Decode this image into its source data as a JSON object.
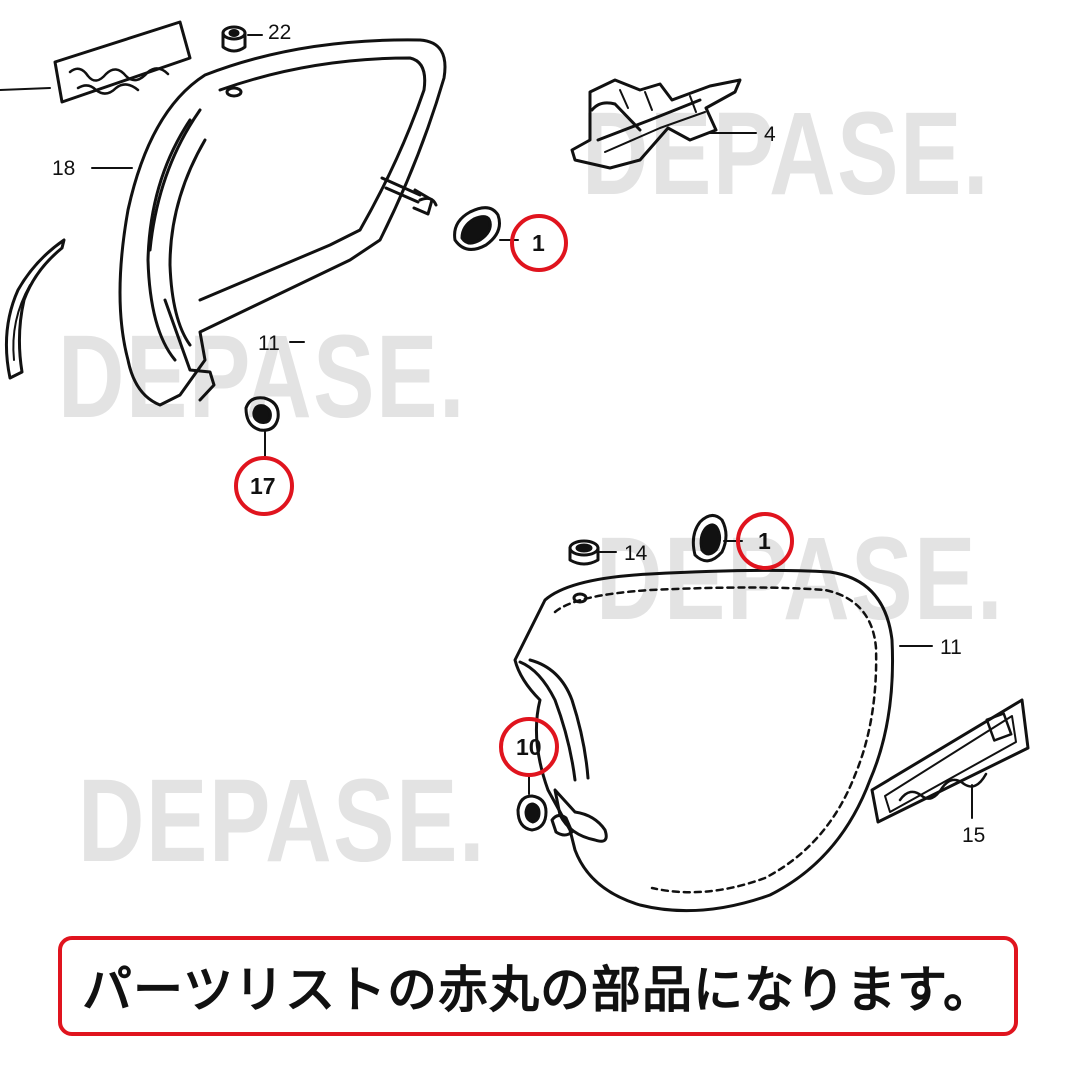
{
  "watermark": "DEPASE.",
  "callouts": [
    {
      "id": "c22",
      "label": "22",
      "circled": false
    },
    {
      "id": "c18",
      "label": "18",
      "circled": false
    },
    {
      "id": "c4",
      "label": "4",
      "circled": false
    },
    {
      "id": "c1a",
      "label": "1",
      "circled": true
    },
    {
      "id": "c11a",
      "label": "11",
      "circled": false
    },
    {
      "id": "c17",
      "label": "17",
      "circled": true
    },
    {
      "id": "c14",
      "label": "14",
      "circled": false
    },
    {
      "id": "c1b",
      "label": "1",
      "circled": true
    },
    {
      "id": "c11b",
      "label": "11",
      "circled": false
    },
    {
      "id": "c10",
      "label": "10",
      "circled": true
    },
    {
      "id": "c15",
      "label": "15",
      "circled": false
    }
  ],
  "highlight_color": "#e0141e",
  "banner": {
    "text": "パーツリストの赤丸の部品になります。"
  }
}
